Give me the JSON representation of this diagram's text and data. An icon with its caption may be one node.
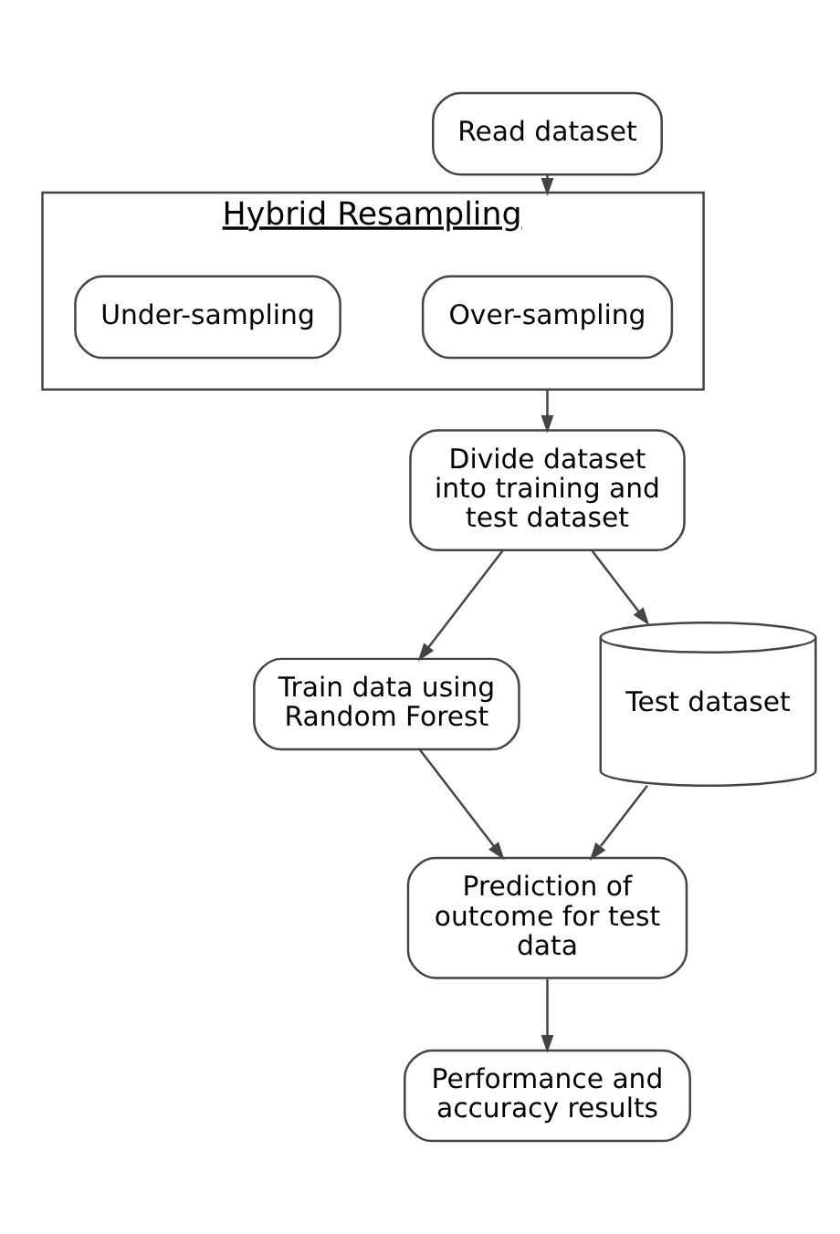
{
  "diagram": {
    "nodes": [
      {
        "text": [
          "Read dataset"
        ]
      },
      {
        "text": [
          "Hybrid Resampling"
        ]
      },
      {
        "text": [
          "Over-sampling"
        ],
        "in": 1
      },
      {
        "text": [
          "Under-sampling"
        ],
        "in": 1
      },
      {
        "text": [
          "Divide dataset into training and test dataset"
        ]
      },
      {
        "text": [
          "Train data using Random Forest"
        ]
      },
      {
        "text": [
          "Test dataset"
        ]
      },
      {
        "text": [
          "Prediction of outcome for test data"
        ]
      },
      {
        "text": [
          "Performance and accuracy results"
        ]
      }
    ],
    "edges": [
      {
        "from": 0,
        "to": 1,
        "arrow": "to"
      },
      {
        "from": 1,
        "to": 4,
        "arrow": "to"
      },
      {
        "from": 4,
        "to": 6,
        "arrow": "to"
      },
      {
        "from": 4,
        "to": 5,
        "arrow": "to"
      },
      {
        "from": 5,
        "to": 7,
        "arrow": "to"
      },
      {
        "from": 6,
        "to": 7,
        "arrow": "to"
      },
      {
        "from": 7,
        "to": 8,
        "arrow": "to"
      }
    ]
  }
}
